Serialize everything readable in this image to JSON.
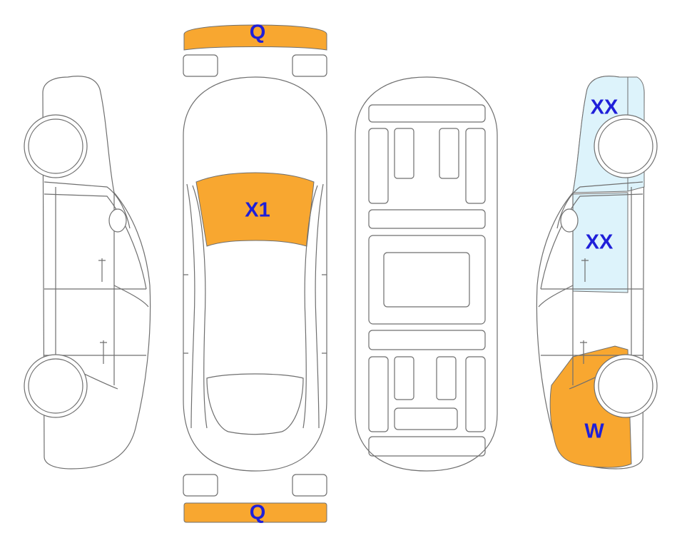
{
  "colors": {
    "damage_orange": "#f8a730",
    "damage_blue": "#ddf3fb",
    "label_blue": "#1f1fd9",
    "outline_gray": "#6f6f6f"
  },
  "labels": {
    "front_bumper": "Q",
    "windshield": "X1",
    "rear_bumper": "Q",
    "right_rear_door": "XX",
    "right_front_door": "XX",
    "right_front_fender": "W"
  }
}
